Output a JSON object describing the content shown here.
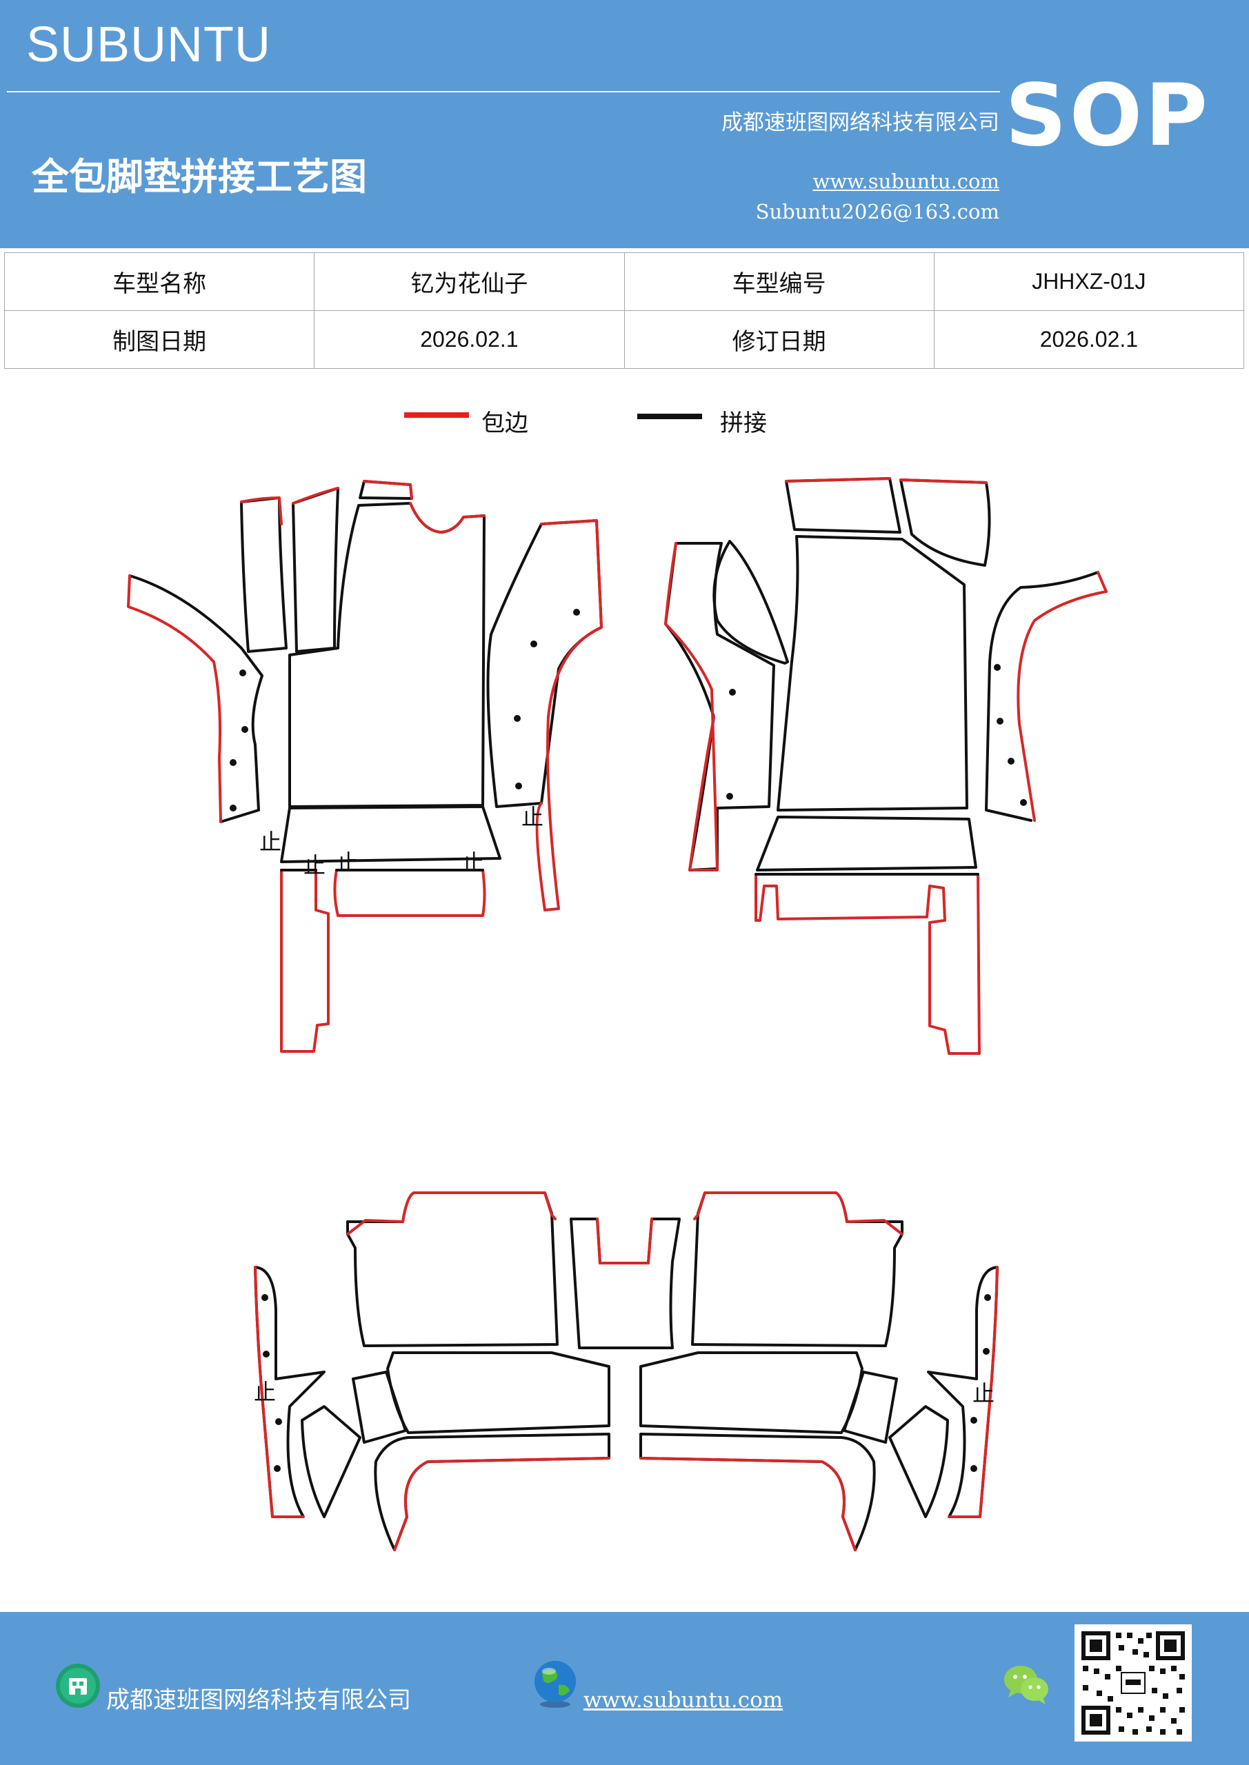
{
  "header": {
    "brand": "SUBUNTU",
    "company": "成都速班图网络科技有限公司",
    "title": "全包脚垫拼接工艺图",
    "website": "www.subuntu.com",
    "email": "Subuntu2026@163.com",
    "badge": "SOP"
  },
  "info_table": {
    "rows": [
      [
        {
          "label": "车型名称",
          "value": "钇为花仙子"
        },
        {
          "label": "车型编号",
          "value": "JHHXZ-01J"
        }
      ],
      [
        {
          "label": "制图日期",
          "value": "2026.02.1"
        },
        {
          "label": "修订日期",
          "value": "2026.02.1"
        }
      ]
    ]
  },
  "legend": [
    {
      "label": "包边",
      "color": "#ee1c1c"
    },
    {
      "label": "拼接",
      "color": "#111111"
    }
  ],
  "drawing": {
    "stop_mark": "止",
    "edge_color": "#d82626",
    "seam_color": "#111111"
  },
  "footer": {
    "company": "成都速班图网络科技有限公司",
    "website": "www.subuntu.com",
    "icons": [
      "building-icon",
      "globe-icon",
      "wechat-icon",
      "qr-code"
    ]
  }
}
